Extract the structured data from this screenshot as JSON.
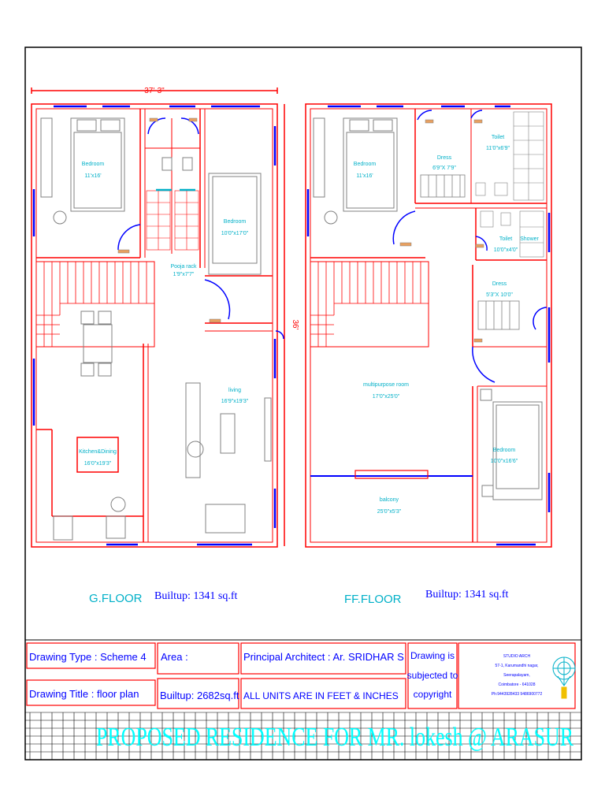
{
  "dimensions": {
    "overall_width": "37'-3\"",
    "overall_depth": "36'"
  },
  "ground_floor": {
    "label": "G.FLOOR",
    "builtup": "Builtup: 1341 sq.ft",
    "rooms": [
      {
        "name": "Bedroom",
        "size": "11'x16'"
      },
      {
        "name": "Bedroom",
        "size": "10'0\"x17'0\""
      },
      {
        "name": "Pooja rack",
        "size": "1'9\"x7'7\""
      },
      {
        "name": "living",
        "size": "16'9\"x19'3\""
      },
      {
        "name": "Kitchen&Dining",
        "size": "16'0\"x19'3\""
      }
    ]
  },
  "first_floor": {
    "label": "FF.FLOOR",
    "builtup": "Builtup: 1341 sq.ft",
    "rooms": [
      {
        "name": "Bedroom",
        "size": "11'x16'"
      },
      {
        "name": "Dress",
        "size": "6'9\"X 7'9\""
      },
      {
        "name": "Toilet",
        "size": "11'0\"x6'9\""
      },
      {
        "name": "Toilet",
        "size": "10'0\"x4'0\""
      },
      {
        "name": "Shower",
        "size": ""
      },
      {
        "name": "Dress",
        "size": "5'3\"X 10'0\""
      },
      {
        "name": "multipurpose room",
        "size": "17'0\"x25'0\""
      },
      {
        "name": "Bedroom",
        "size": "10'0\"x16'6\""
      },
      {
        "name": "balcony",
        "size": "25'0\"x5'3\""
      }
    ]
  },
  "title_block": {
    "drawing_type": "Drawing Type : Scheme  4",
    "drawing_title": "Drawing Title :  floor plan",
    "area_label": "Area :",
    "area_value": "Builtup: 2682sq.ft",
    "architect": "Principal Architect : Ar. SRIDHAR S",
    "units": "ALL UNITS ARE IN FEET & INCHES",
    "copyright_1": "Drawing is",
    "copyright_2": "subjected to",
    "copyright_3": "copyright",
    "studio_1": "STUDIO ARCH",
    "studio_2": "57-1, Karumandhi nagar,",
    "studio_3": "Seerapalayam,",
    "studio_4": "Coimbatore - 641028",
    "studio_5": "Ph:9443928433 9486900772",
    "banner": "PROPOSED RESIDENCE FOR MR. lokesh @ ARASUR"
  },
  "colors": {
    "wall": "#ff0000",
    "opening": "#0000ff",
    "label": "#00b0c8",
    "furniture": "#808080",
    "frame": "#000000"
  }
}
